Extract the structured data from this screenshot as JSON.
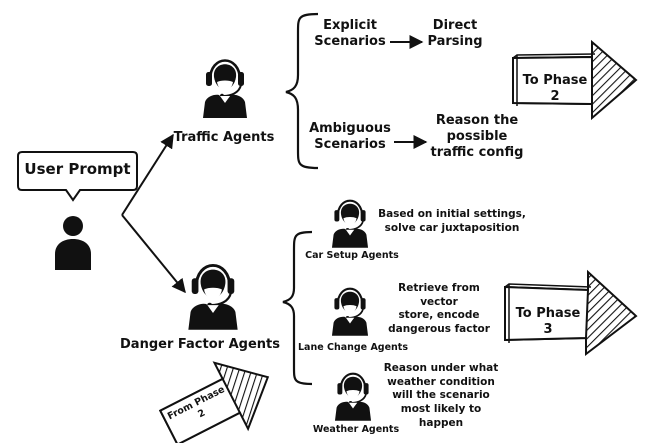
{
  "user_prompt": {
    "label": "User Prompt"
  },
  "traffic_agents": {
    "label": "Traffic Agents",
    "branches": [
      {
        "scenario": "Explicit\nScenarios",
        "result": "Direct\nParsing"
      },
      {
        "scenario": "Ambiguous\nScenarios",
        "result": "Reason the\npossible\ntraffic config"
      }
    ],
    "arrow_label": "To Phase 2"
  },
  "danger_agents": {
    "label": "Danger Factor Agents",
    "subagents": [
      {
        "label": "Car Setup Agents",
        "desc": "Based on initial settings,\nsolve car juxtaposition"
      },
      {
        "label": "Lane Change Agents",
        "desc": "Retrieve from vector\nstore, encode\ndangerous factor"
      },
      {
        "label": "Weather Agents",
        "desc": "Reason under what\nweather condition\nwill the scenario\nmost likely to\nhappen"
      }
    ],
    "arrow_label": "To Phase 3",
    "incoming_arrow_label": "From Phase 2"
  },
  "icons": {
    "agent": "headset-agent-icon",
    "user": "user-silhouette-icon"
  },
  "colors": {
    "ink": "#111111",
    "background": "#ffffff"
  }
}
